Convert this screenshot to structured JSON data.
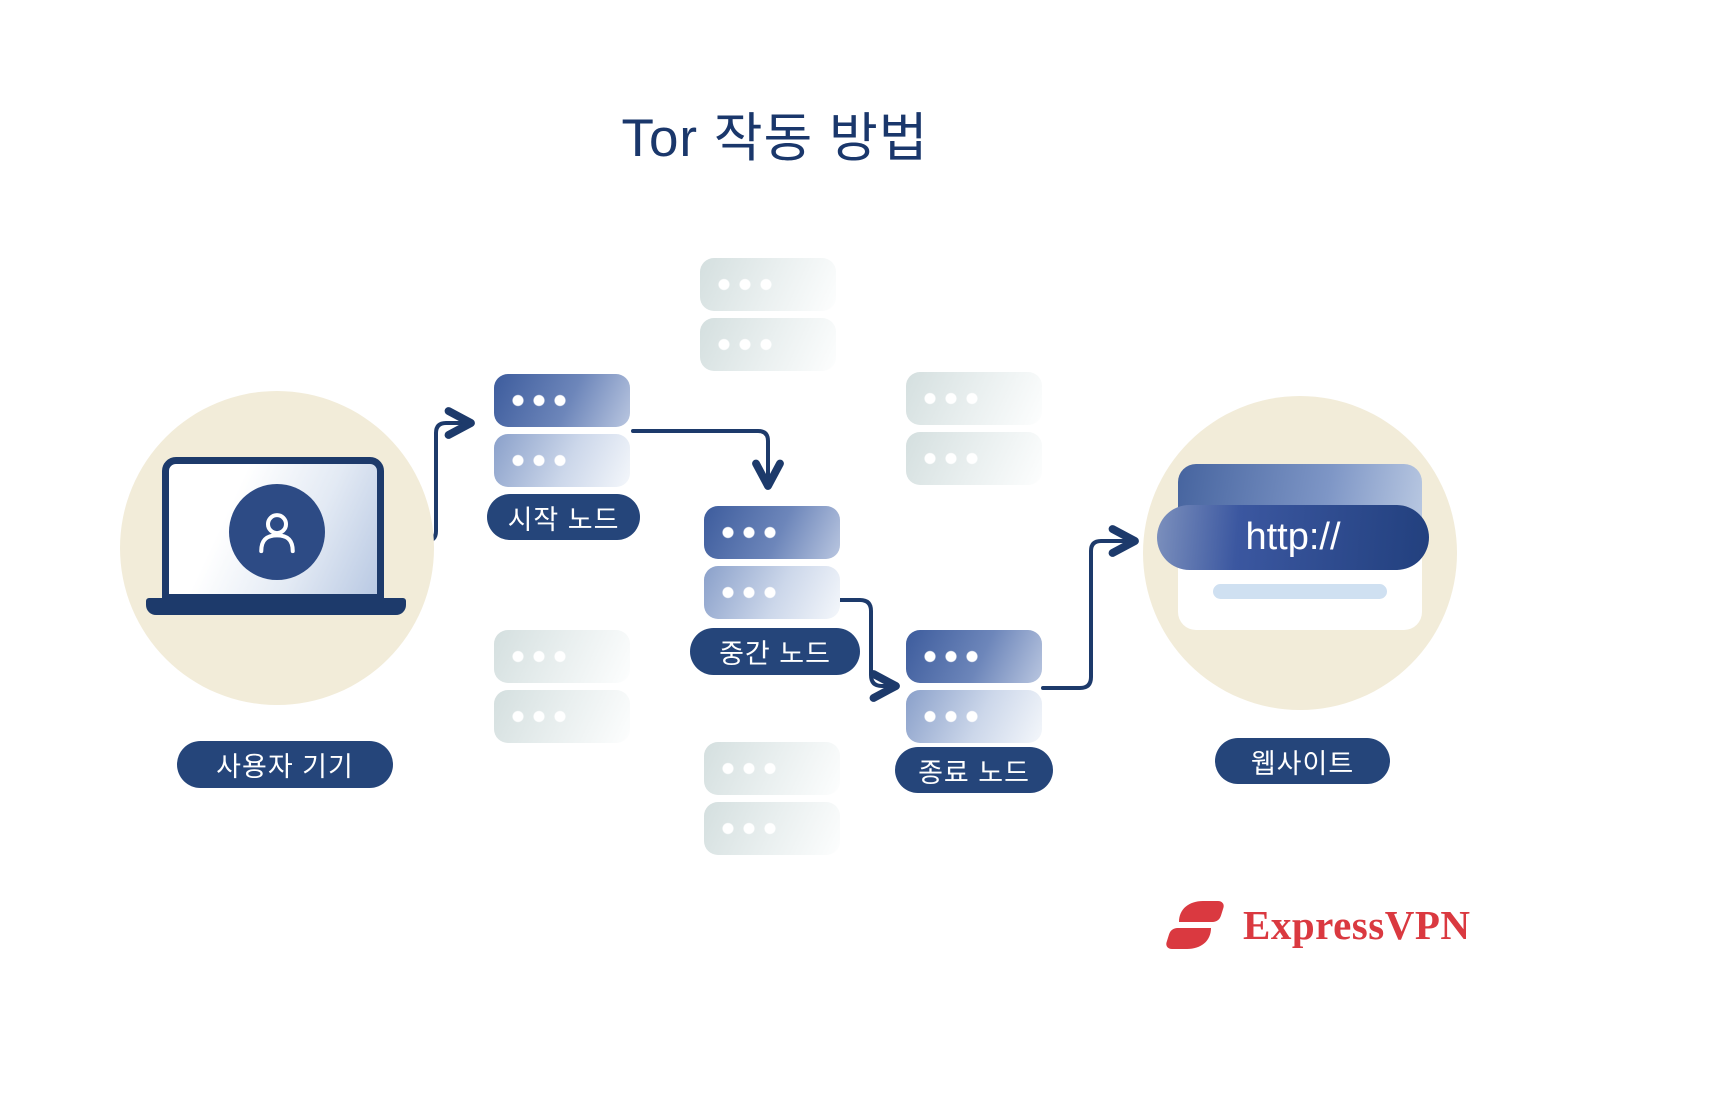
{
  "title": "Tor 작동 방법",
  "labels": {
    "user_device": "사용자 기기",
    "entry_node": "시작 노드",
    "middle_node": "중간 노드",
    "exit_node": "종료 노드",
    "website": "웹사이트"
  },
  "website": {
    "address_text": "http://"
  },
  "branding": {
    "name": "ExpressVPN"
  },
  "relays": {
    "labeled_count": 3,
    "unlabeled_relay_count": 4
  },
  "flow": [
    "user_device",
    "entry_node",
    "middle_node",
    "exit_node",
    "website"
  ],
  "colors": {
    "navy": "#1d3a6b",
    "pill_navy": "#25457a",
    "server_blue": "#3d5c9d",
    "beige_circle": "#f2ecd9",
    "brand_red": "#da3940",
    "background": "#ffffff"
  }
}
